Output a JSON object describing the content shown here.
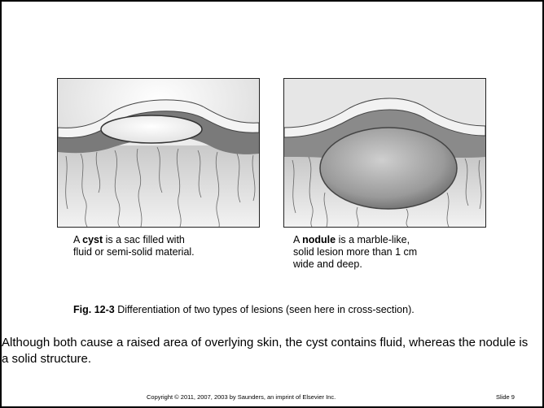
{
  "captions": {
    "cyst": {
      "prefix": "A ",
      "term": "cyst",
      "line1_rest": " is a sac filled with",
      "line2": "fluid or semi-solid material."
    },
    "nodule": {
      "prefix": "A ",
      "term": "nodule",
      "line1_rest": " is a marble-like,",
      "line2": "solid lesion more than 1 cm",
      "line3": "wide and deep."
    }
  },
  "figure_caption": {
    "label": "Fig. 12-3",
    "text": " Differentiation of two types of lesions  (seen here in cross-section)."
  },
  "body_text": "Although both cause a raised area of overlying skin, the cyst contains fluid, whereas the nodule is a solid structure.",
  "footer": {
    "copyright": "Copyright © 2011, 2007, 2003 by Saunders, an imprint of Elsevier Inc.",
    "slide_number": "Slide 9"
  }
}
